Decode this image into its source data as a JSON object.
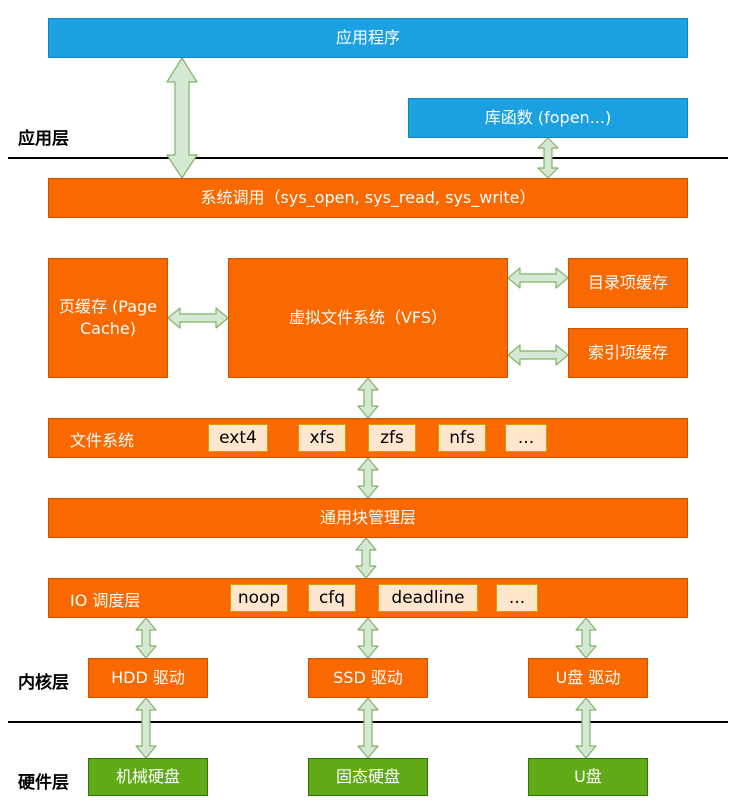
{
  "layers": {
    "app": "应用层",
    "kernel": "内核层",
    "hardware": "硬件层"
  },
  "boxes": {
    "application": "应用程序",
    "library": "库函数 (fopen...)",
    "syscall": "系统调用（sys_open, sys_read, sys_write）",
    "page_cache_line1": "页缓存 (Page",
    "page_cache_line2": "Cache)",
    "vfs": "虚拟文件系统（VFS）",
    "dentry_cache": "目录项缓存",
    "inode_cache": "索引项缓存",
    "filesystem": "文件系统",
    "block_layer": "通用块管理层",
    "io_scheduler": "IO 调度层",
    "hdd_driver": "HDD 驱动",
    "ssd_driver": "SSD 驱动",
    "usb_driver": "U盘 驱动",
    "hdd": "机械硬盘",
    "ssd": "固态硬盘",
    "usb": "U盘"
  },
  "filesystems": [
    "ext4",
    "xfs",
    "zfs",
    "nfs",
    "..."
  ],
  "schedulers": [
    "noop",
    "cfq",
    "deadline",
    "..."
  ],
  "colors": {
    "blue": "#1ba1e2",
    "orange": "#fa6800",
    "green": "#60a917",
    "chip": "#ffe6cc",
    "arrow": "#d5e8d4"
  }
}
